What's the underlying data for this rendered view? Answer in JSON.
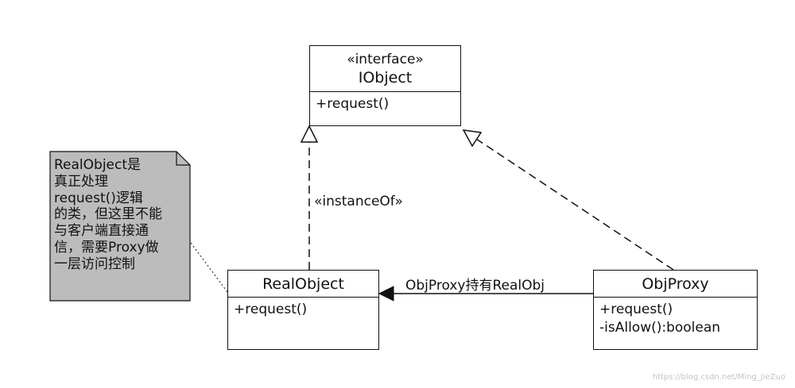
{
  "interface": {
    "stereotype": "«interface»",
    "name": "IObject",
    "operations": [
      "+request()"
    ]
  },
  "real_object": {
    "name": "RealObject",
    "operations": [
      "+request()"
    ]
  },
  "obj_proxy": {
    "name": "ObjProxy",
    "operations": [
      "+request()",
      "-isAllow():boolean"
    ]
  },
  "note": {
    "text": "RealObject是\n真正处理\nrequest()逻辑\n的类，但这里不能\n与客户端直接通\n信，需要Proxy做\n一层访问控制",
    "fill": "#bcbcbc"
  },
  "labels": {
    "instance_of": "«instanceOf»",
    "association": "ObjProxy持有RealObj"
  },
  "watermark": "https://blog.csdn.net/Ming_JieZuo"
}
